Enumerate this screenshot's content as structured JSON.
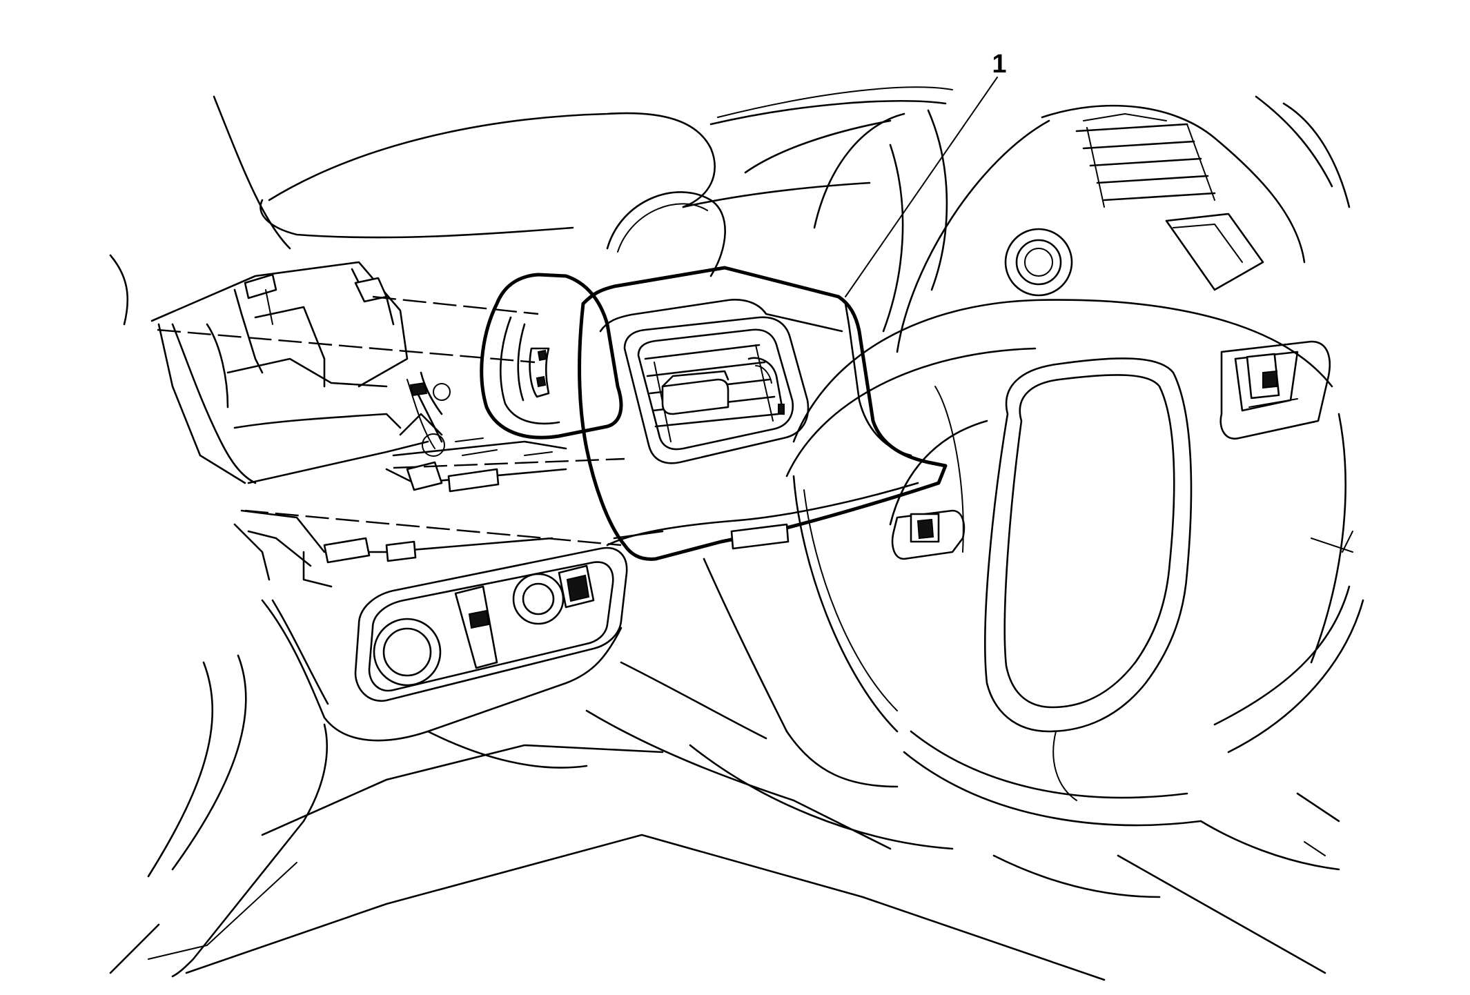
{
  "diagram": {
    "callouts": [
      {
        "id": "1",
        "text": "1",
        "target": "instrument-panel-outer-trim-panel-air-outlet"
      }
    ]
  }
}
